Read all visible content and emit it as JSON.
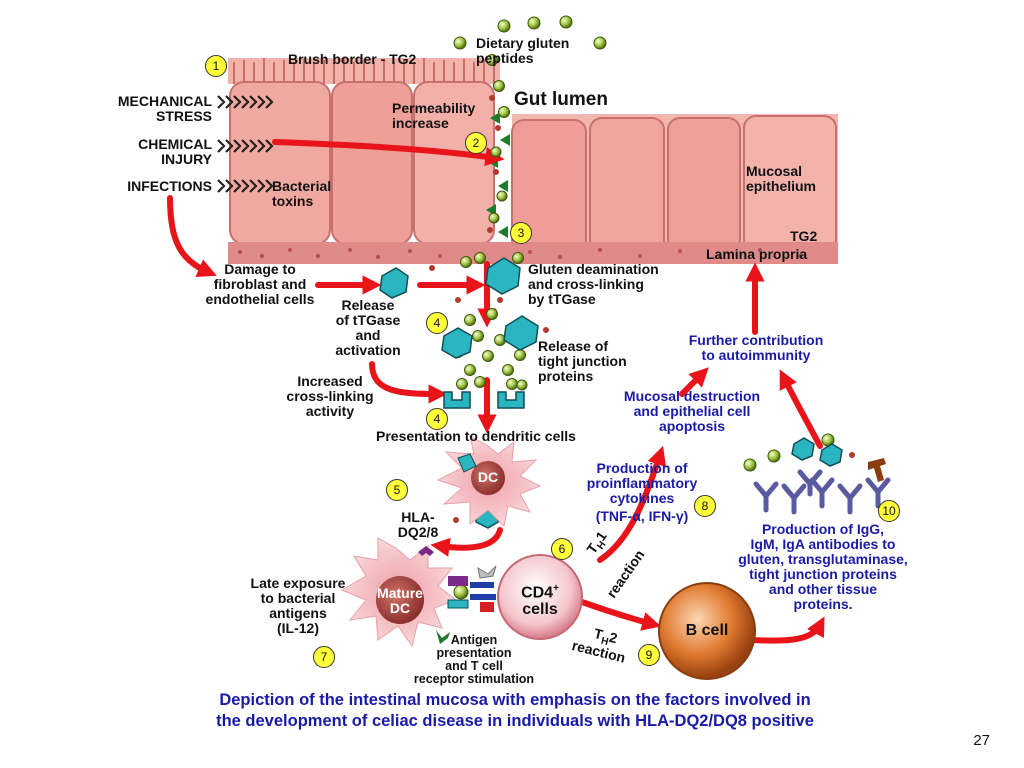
{
  "labels": {
    "brush_border": "Brush border - TG2",
    "dietary_gluten": "Dietary gluten\npeptides",
    "gut_lumen": "Gut lumen",
    "mechanical_stress": "MECHANICAL\nSTRESS",
    "chemical_injury": "CHEMICAL\nINJURY",
    "infections": "INFECTIONS",
    "bacterial_toxins": "Bacterial\ntoxins",
    "permeability": "Permeability\nincrease",
    "mucosal_epithelium": "Mucosal\nepithelium",
    "tg2": "TG2",
    "lamina_propria": "Lamina propria",
    "damage": "Damage to\nfibroblast and\nendothelial cells",
    "release_ttgase": "Release\nof tTGase\nand\nactivation",
    "gluten_deamination": "Gluten deamination\nand cross-linking\nby tTGase",
    "release_tight": "Release of\ntight junction\nproteins",
    "increased_crosslinking": "Increased\ncross-linking\nactivity",
    "presentation_dc": "Presentation to dendritic cells",
    "further_contribution": "Further contribution\nto autoimmunity",
    "mucosal_destruction": "Mucosal destruction\nand epithelial cell\napoptosis",
    "production_proinflam": "Production of\nproinflammatory\ncytokines",
    "tnf_ifn": "(TNF-α, IFN-γ)",
    "dc": "DC",
    "hla": "HLA-\nDQ2/8",
    "late_exposure": "Late exposure\nto bacterial\nantigens\n(IL-12)",
    "mature_dc": "Mature\nDC",
    "cd4": "CD4",
    "cd4_sup": "+",
    "cells": "cells",
    "th1_t": "T",
    "th1_sub": "H",
    "th1_tail": "1",
    "th1_reaction": "reaction",
    "th2_t": "T",
    "th2_sub": "H",
    "th2_tail": "2",
    "th2_reaction": "reaction",
    "b_cell": "B cell",
    "antigen_presentation": "Antigen\npresentation\nand T cell\nreceptor stimulation",
    "production_ig": "Production of IgG,\nIgM, IgA antibodies to\ngluten, transglutaminase,\ntight junction proteins\nand other tissue\nproteins."
  },
  "steps": {
    "n1": "1",
    "n2": "2",
    "n3": "3",
    "n4a": "4",
    "n4b": "4",
    "n5": "5",
    "n6": "6",
    "n7": "7",
    "n8": "8",
    "n9": "9",
    "n10": "10"
  },
  "caption": "Depiction of the intestinal mucosa with emphasis on the factors involved in\nthe development of celiac disease in individuals with HLA-DQ2/DQ8 positive",
  "page_number": "27",
  "colors": {
    "arrow": "#e8141a",
    "epithelium": "#f0a9a0",
    "peptide": "#a8c84a",
    "ttgase": "#2bb5c0",
    "caption_blue": "#1a1aa8",
    "badge": "#ffff3a",
    "b_cell": "#e07a30",
    "cd4": "#f4c6cc",
    "antibody": "#5a5aa0"
  }
}
